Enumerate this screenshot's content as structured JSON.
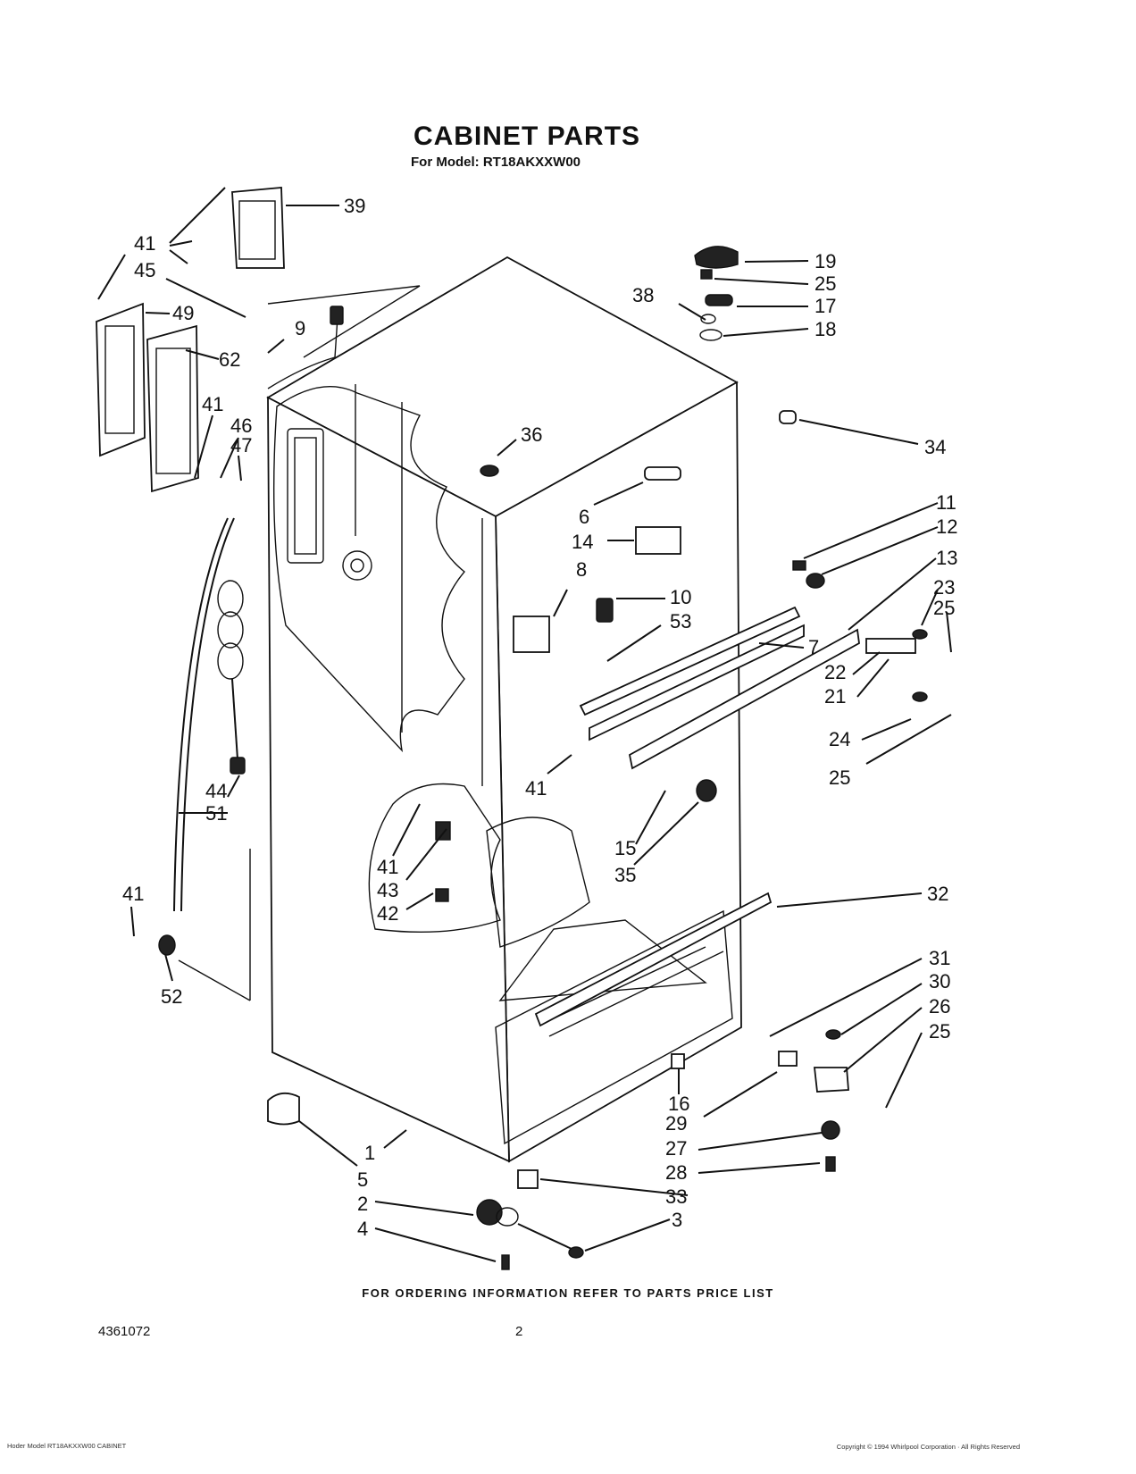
{
  "header": {
    "title": "CABINET PARTS",
    "subtitle": "For Model: RT18AKXXW00"
  },
  "callouts": [
    {
      "id": "c39",
      "label": "39"
    },
    {
      "id": "c41a",
      "label": "41"
    },
    {
      "id": "c45",
      "label": "45"
    },
    {
      "id": "c49",
      "label": "49"
    },
    {
      "id": "c9",
      "label": "9"
    },
    {
      "id": "c62",
      "label": "62"
    },
    {
      "id": "c41b",
      "label": "41"
    },
    {
      "id": "c46",
      "label": "46"
    },
    {
      "id": "c47",
      "label": "47"
    },
    {
      "id": "c19",
      "label": "19"
    },
    {
      "id": "c25a",
      "label": "25"
    },
    {
      "id": "c38",
      "label": "38"
    },
    {
      "id": "c17",
      "label": "17"
    },
    {
      "id": "c18",
      "label": "18"
    },
    {
      "id": "c34",
      "label": "34"
    },
    {
      "id": "c36",
      "label": "36"
    },
    {
      "id": "c6",
      "label": "6"
    },
    {
      "id": "c11",
      "label": "11"
    },
    {
      "id": "c12",
      "label": "12"
    },
    {
      "id": "c14",
      "label": "14"
    },
    {
      "id": "c13",
      "label": "13"
    },
    {
      "id": "c8",
      "label": "8"
    },
    {
      "id": "c10",
      "label": "10"
    },
    {
      "id": "c23",
      "label": "23"
    },
    {
      "id": "c25b",
      "label": "25"
    },
    {
      "id": "c53",
      "label": "53"
    },
    {
      "id": "c7",
      "label": "7"
    },
    {
      "id": "c22",
      "label": "22"
    },
    {
      "id": "c21",
      "label": "21"
    },
    {
      "id": "c24",
      "label": "24"
    },
    {
      "id": "c25c",
      "label": "25"
    },
    {
      "id": "c41c",
      "label": "41"
    },
    {
      "id": "c44",
      "label": "44"
    },
    {
      "id": "c51",
      "label": "51"
    },
    {
      "id": "c15",
      "label": "15"
    },
    {
      "id": "c35",
      "label": "35"
    },
    {
      "id": "c41d",
      "label": "41"
    },
    {
      "id": "c43",
      "label": "43"
    },
    {
      "id": "c42",
      "label": "42"
    },
    {
      "id": "c32",
      "label": "32"
    },
    {
      "id": "c41e",
      "label": "41"
    },
    {
      "id": "c52",
      "label": "52"
    },
    {
      "id": "c31",
      "label": "31"
    },
    {
      "id": "c30",
      "label": "30"
    },
    {
      "id": "c26",
      "label": "26"
    },
    {
      "id": "c25d",
      "label": "25"
    },
    {
      "id": "c16",
      "label": "16"
    },
    {
      "id": "c29",
      "label": "29"
    },
    {
      "id": "c1",
      "label": "1"
    },
    {
      "id": "c5",
      "label": "5"
    },
    {
      "id": "c27",
      "label": "27"
    },
    {
      "id": "c28",
      "label": "28"
    },
    {
      "id": "c33",
      "label": "33"
    },
    {
      "id": "c2",
      "label": "2"
    },
    {
      "id": "c3",
      "label": "3"
    },
    {
      "id": "c4",
      "label": "4"
    }
  ],
  "footer": {
    "ordering_note": "FOR ORDERING INFORMATION REFER TO PARTS PRICE LIST",
    "doc_number": "4361072",
    "page_number": "2",
    "fine_left": "Hoder Model RT18AKXXW00 CABINET",
    "fine_right": "Copyright © 1994 Whirlpool Corporation · All Rights Reserved"
  }
}
